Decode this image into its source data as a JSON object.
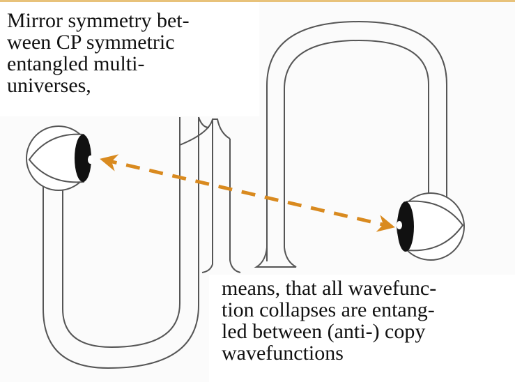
{
  "caption_top": {
    "lines": [
      "Mirror symmetry bet-",
      "ween CP symmetric",
      "entangled multi-",
      "universes,"
    ]
  },
  "caption_bottom": {
    "lines": [
      "means, that all wavefunc-",
      "tion collapses are entang-",
      "led between (anti-) copy",
      "wavefunctions"
    ]
  },
  "icons": {
    "left": "eye-icon",
    "right": "eye-icon"
  },
  "colors": {
    "arrow": "#d98a1f",
    "outline": "#555555",
    "pupil": "#111111",
    "background": "#fbfbfb",
    "top_border": "#e8c27a"
  }
}
